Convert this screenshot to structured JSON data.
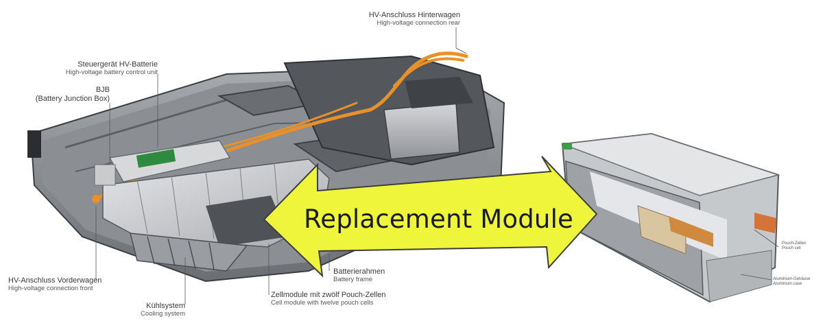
{
  "labels": {
    "hv_rear_de": "HV-Anschluss Hinterwagen",
    "hv_rear_en": "High-voltage connection rear",
    "control_de": "Steuergerät HV-Batterie",
    "control_en": "High-voltage battery control unit",
    "bjb_de": "BJB",
    "bjb_en": "(Battery Junction Box)",
    "hv_front_de": "HV-Anschluss Vorderwagen",
    "hv_front_en": "High-voltage connection front",
    "cooling_de": "Kühlsystem",
    "cooling_en": "Cooling system",
    "frame_de": "Batterierahmen",
    "frame_en": "Battery frame",
    "cellmod_de": "Zellmodule mit zwölf Pouch-Zellen",
    "cellmod_en": "Cell module with twelve pouch cells",
    "pouch_de": "Pouch-Zellen",
    "pouch_en": "Pouch cell",
    "alu_de": "Aluminium-Gehäuse",
    "alu_en": "Aluminium case"
  },
  "arrow": {
    "text": "Replacement Module"
  },
  "colors": {
    "arrow_fill": "#eef53a",
    "arrow_stroke": "#3d3d3d",
    "cable_orange": "#e8912a",
    "tray_gray": "#7d8085",
    "module_silver": "#c9ccd0",
    "pcb_green": "#2e8a3e"
  }
}
